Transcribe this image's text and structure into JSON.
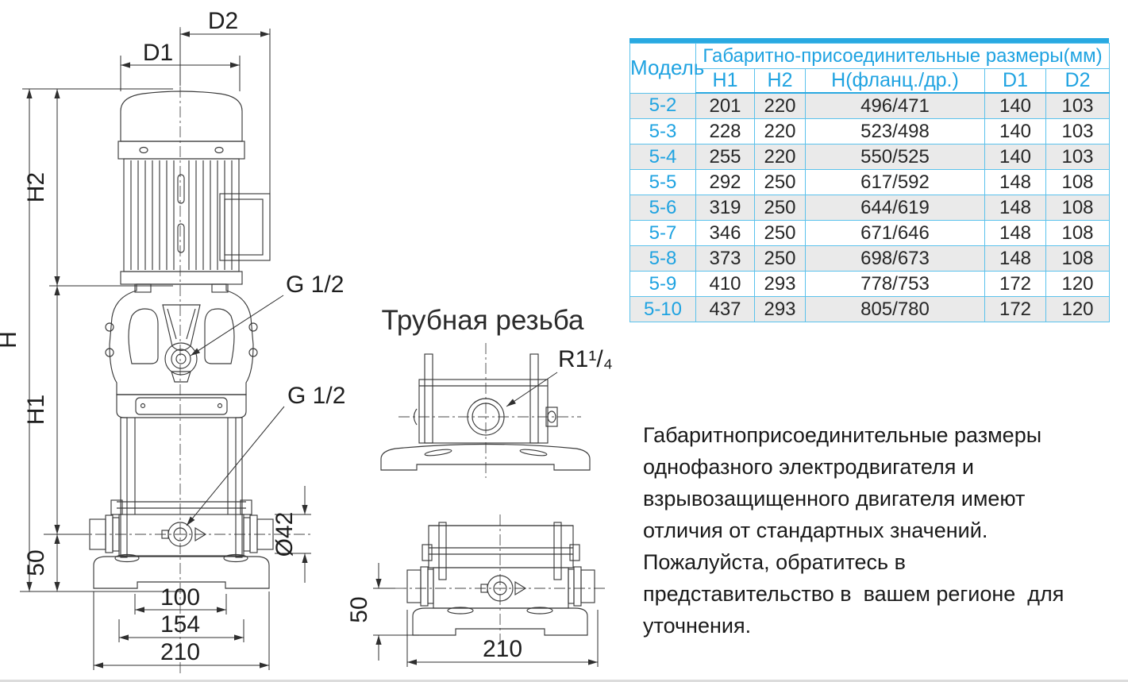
{
  "colors": {
    "accent_blue": "#1FA3E1",
    "table_border_blue": "#5BC2EC",
    "table_top_bar_blue": "#29A9E1",
    "row_stripe_gray": "#EAEAEA",
    "drawing_line": "#3a3a3a",
    "text_dark": "#1a1a1a"
  },
  "main_drawing": {
    "labels": {
      "d2": "D2",
      "d1": "D1",
      "h": "H",
      "h2": "H2",
      "h1": "H1",
      "dim_50": "50",
      "g_half_vent": "G 1/2",
      "g_half_drain": "G 1/2",
      "diameter_42": "Ø42",
      "dim_100": "100",
      "dim_154": "154",
      "dim_210": "210"
    }
  },
  "pipe_thread_drawing": {
    "title": "Трубная резьба",
    "labels": {
      "r_one_quarter": "R1¹/₄",
      "dim_50": "50",
      "dim_210": "210"
    }
  },
  "table": {
    "model_header": "Модель",
    "group_header": "Габаритно-присоединительные размеры(мм)",
    "columns": [
      "H1",
      "H2",
      "Н(фланц./др.)",
      "D1",
      "D2"
    ],
    "rows": [
      {
        "model": "5-2",
        "h1": "201",
        "h2": "220",
        "h": "496/471",
        "d1": "140",
        "d2": "103"
      },
      {
        "model": "5-3",
        "h1": "228",
        "h2": "220",
        "h": "523/498",
        "d1": "140",
        "d2": "103"
      },
      {
        "model": "5-4",
        "h1": "255",
        "h2": "220",
        "h": "550/525",
        "d1": "140",
        "d2": "103"
      },
      {
        "model": "5-5",
        "h1": "292",
        "h2": "250",
        "h": "617/592",
        "d1": "148",
        "d2": "108"
      },
      {
        "model": "5-6",
        "h1": "319",
        "h2": "250",
        "h": "644/619",
        "d1": "148",
        "d2": "108"
      },
      {
        "model": "5-7",
        "h1": "346",
        "h2": "250",
        "h": "671/646",
        "d1": "148",
        "d2": "108"
      },
      {
        "model": "5-8",
        "h1": "373",
        "h2": "250",
        "h": "698/673",
        "d1": "148",
        "d2": "108"
      },
      {
        "model": "5-9",
        "h1": "410",
        "h2": "293",
        "h": "778/753",
        "d1": "172",
        "d2": "120"
      },
      {
        "model": "5-10",
        "h1": "437",
        "h2": "293",
        "h": "805/780",
        "d1": "172",
        "d2": "120"
      }
    ]
  },
  "note": {
    "lines": [
      "Габаритноприсоединительные размеры",
      "однофазного электродвигателя и",
      "взрывозащищенного двигателя имеют",
      "отличия от стандартных значений.",
      "Пожалуйста, обратитесь в",
      "представительство в  вашем регионе  для",
      "уточнения."
    ]
  }
}
